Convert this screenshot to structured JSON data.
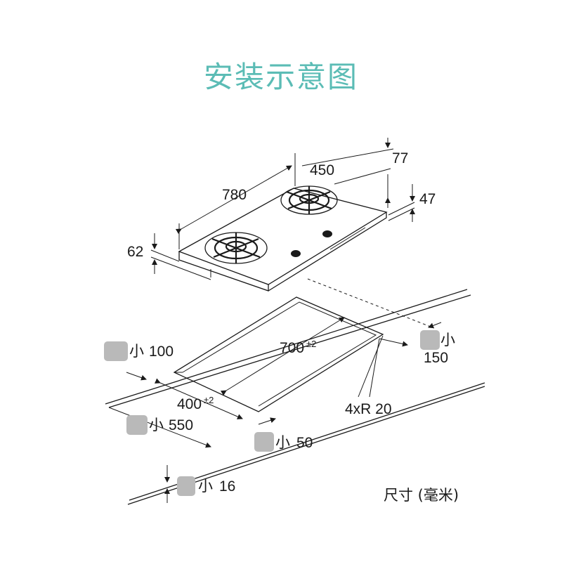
{
  "title": "安装示意图",
  "title_color": "#5bbcb5",
  "units_label": "尺寸 (毫米)",
  "dimensions": {
    "width_780": "780",
    "depth_450": "450",
    "d77": "77",
    "d47": "47",
    "height_62": "62",
    "cutout_700": "700",
    "cutout_700_tol": "±2",
    "cutout_400": "400",
    "cutout_400_tol": "±2",
    "radius": "4xR 20",
    "min100_word": "小",
    "min100_value": "100",
    "min150_word": "小",
    "min150_value": "150",
    "min550_word": "小",
    "min550_value": "550",
    "min50_word": "小",
    "min50_value": "50",
    "min16_word": "小",
    "min16_value": "16"
  }
}
